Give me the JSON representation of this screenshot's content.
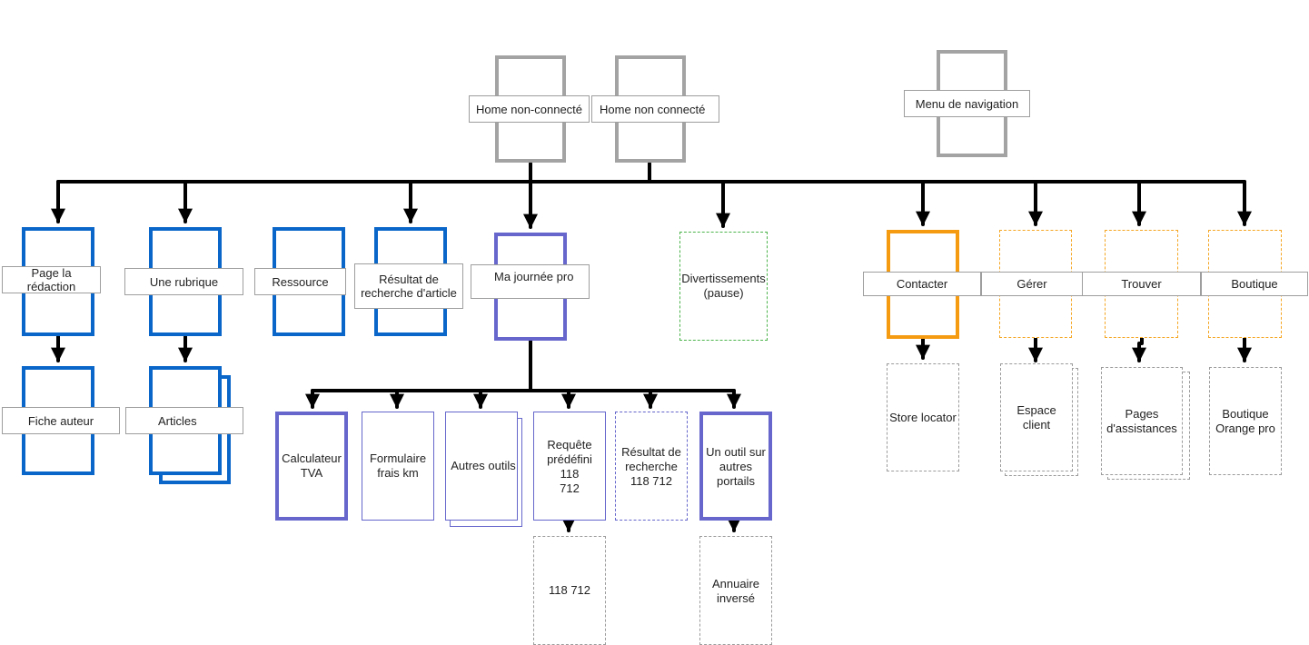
{
  "nodes": {
    "home_non_connecte_1": "Home non-connecté",
    "home_non_connecte_2": "Home non connecté",
    "menu_navigation": "Menu de navigation",
    "page_redaction": "Page la rédaction",
    "une_rubrique": "Une rubrique",
    "ressource": "Ressource",
    "resultat_recherche_article": "Résultat de\nrecherche d'article",
    "ma_journee_pro": "Ma journée pro",
    "divertissements": "Divertissements\n(pause)",
    "contacter": "Contacter",
    "gerer": "Gérer",
    "trouver": "Trouver",
    "boutique": "Boutique",
    "fiche_auteur": "Fiche auteur",
    "articles": "Articles",
    "calculateur_tva": "Calculateur\nTVA",
    "formulaire_frais_km": "Formulaire\nfrais km",
    "autres_outils": "Autres outils",
    "requete_predefini": "Requête\nprédéfini 118\n712",
    "resultat_recherche_118": "Résultat de\nrecherche\n118 712",
    "outil_autres_portails": "Un outil sur\nautres\nportails",
    "store_locator": "Store locator",
    "espace_client": "Espace\nclient",
    "pages_assistances": "Pages\nd'assistances",
    "boutique_orange_pro": "Boutique\nOrange pro",
    "n118712": "118 712",
    "annuaire_inverse": "Annuaire\ninversé"
  },
  "colors": {
    "connector": "#000000",
    "grey": "#a3a3a3",
    "blue": "#0a67c9",
    "purple": "#6666cc",
    "green": "#4cb34c",
    "orange": "#f59b12"
  }
}
